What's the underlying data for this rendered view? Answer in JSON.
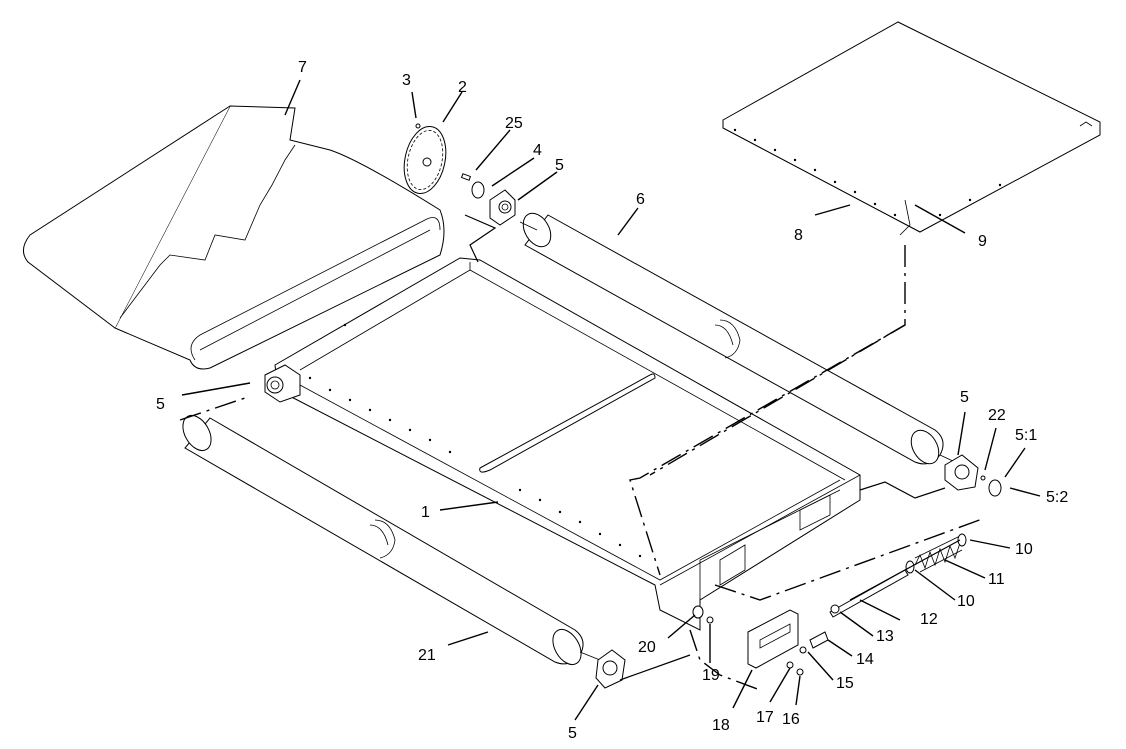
{
  "callouts": {
    "c1": "1",
    "c2": "2",
    "c3": "3",
    "c4": "4",
    "c5_top": "5",
    "c5_left": "5",
    "c5_right": "5",
    "c5_bottom": "5",
    "c5_1": "5:1",
    "c5_2": "5:2",
    "c6": "6",
    "c7": "7",
    "c8": "8",
    "c9": "9",
    "c10_top": "10",
    "c10_bottom": "10",
    "c11": "11",
    "c12": "12",
    "c13": "13",
    "c14": "14",
    "c15": "15",
    "c16": "16",
    "c17": "17",
    "c18": "18",
    "c19": "19",
    "c20": "20",
    "c21": "21",
    "c22": "22",
    "c25": "25"
  }
}
